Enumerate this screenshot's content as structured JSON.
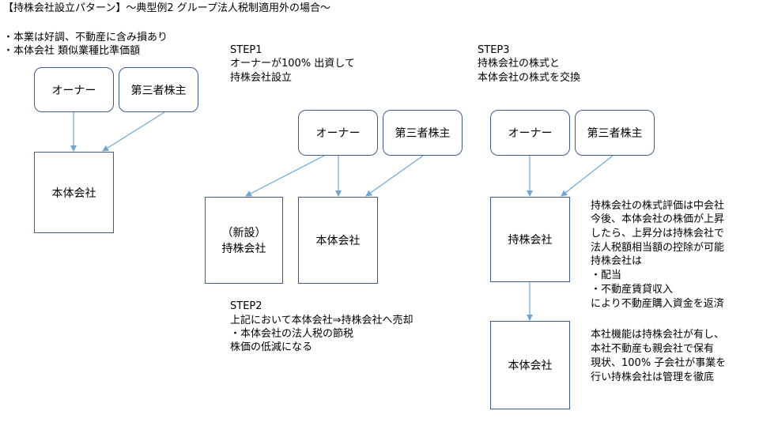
{
  "title": "【持株会社設立パターン】～典型例2 グループ法人税制適用外の場合～",
  "conditions": [
    "・本業は好調、不動産に含み損あり",
    "・本体会社 類似業種比準価額"
  ],
  "step1": {
    "heading": "STEP1",
    "lines": [
      "オーナーが100% 出資して",
      "持株会社設立"
    ]
  },
  "step2": {
    "heading": "STEP2",
    "lines": [
      "上記において本体会社⇒持株会社へ売却",
      "・本体会社の法人税の節税",
      "株価の低減になる"
    ]
  },
  "step3": {
    "heading": "STEP3",
    "lines": [
      "持株会社の株式と",
      "本体会社の株式を交換"
    ]
  },
  "note1": [
    "持株会社の株式評価は中会社",
    "今後、本体会社の株価が上昇",
    "したら、上昇分は持株会社で",
    "法人税額相当額の控除が可能",
    "持株会社は",
    "・配当",
    "・不動産賃貸収入",
    "により不動産購入資金を返済"
  ],
  "note2": [
    "本社機能は持株会社が有し、",
    "本社不動産も親会社で保有",
    "現状、100% 子会社が事業を",
    "行い持株会社は管理を徹底"
  ],
  "boxes": {
    "owner": "オーナー",
    "third_party": "第三者株主",
    "main_company": "本体会社",
    "new_label": "（新設）",
    "holding_company": "持株会社"
  },
  "colors": {
    "border": "#3d5e8c",
    "arrow": "#6fa6d6"
  }
}
